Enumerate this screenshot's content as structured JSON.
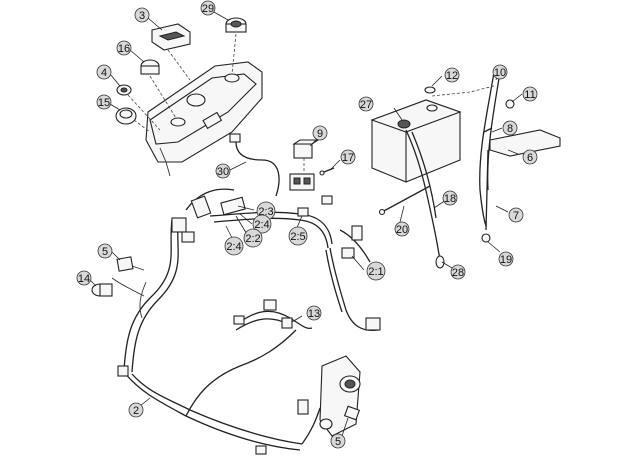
{
  "callouts": [
    {
      "id": "c3",
      "text": "3"
    },
    {
      "id": "c29",
      "text": "29"
    },
    {
      "id": "c16",
      "text": "16"
    },
    {
      "id": "c4",
      "text": "4"
    },
    {
      "id": "c15",
      "text": "15"
    },
    {
      "id": "c30",
      "text": "30"
    },
    {
      "id": "c9",
      "text": "9"
    },
    {
      "id": "c17",
      "text": "17"
    },
    {
      "id": "c12",
      "text": "12"
    },
    {
      "id": "c10",
      "text": "10"
    },
    {
      "id": "c11",
      "text": "11"
    },
    {
      "id": "c27",
      "text": "27"
    },
    {
      "id": "c8",
      "text": "8"
    },
    {
      "id": "c6",
      "text": "6"
    },
    {
      "id": "c18",
      "text": "18"
    },
    {
      "id": "c7",
      "text": "7"
    },
    {
      "id": "c20",
      "text": "20"
    },
    {
      "id": "c19",
      "text": "19"
    },
    {
      "id": "c28",
      "text": "28"
    },
    {
      "id": "c2_3",
      "text": "2:3"
    },
    {
      "id": "c2_4a",
      "text": "2:4"
    },
    {
      "id": "c2_2",
      "text": "2:2"
    },
    {
      "id": "c2_4b",
      "text": "2:4"
    },
    {
      "id": "c2_5",
      "text": "2:5"
    },
    {
      "id": "c2_1",
      "text": "2:1"
    },
    {
      "id": "c5a",
      "text": "5"
    },
    {
      "id": "c14",
      "text": "14"
    },
    {
      "id": "c13",
      "text": "13"
    },
    {
      "id": "c2",
      "text": "2"
    },
    {
      "id": "c5b",
      "text": "5"
    }
  ]
}
